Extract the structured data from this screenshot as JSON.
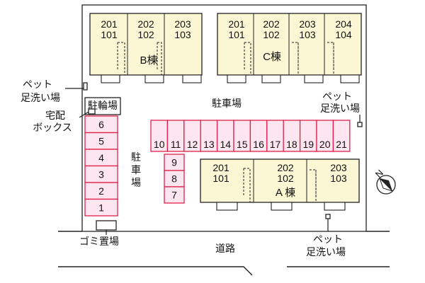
{
  "buildings": {
    "b": {
      "label": "B棟",
      "units": [
        {
          "top": "201",
          "bottom": "101"
        },
        {
          "top": "202",
          "bottom": "102"
        },
        {
          "top": "203",
          "bottom": "103"
        }
      ]
    },
    "c": {
      "label": "C棟",
      "units": [
        {
          "top": "201",
          "bottom": "101"
        },
        {
          "top": "202",
          "bottom": "102"
        },
        {
          "top": "203",
          "bottom": "103"
        },
        {
          "top": "204",
          "bottom": "104"
        }
      ]
    },
    "a": {
      "label": "A 棟",
      "units": [
        {
          "top": "201",
          "bottom": "101"
        },
        {
          "top": "202",
          "bottom": "102"
        },
        {
          "top": "203",
          "bottom": "103"
        }
      ]
    }
  },
  "parking": {
    "left_column": [
      "6",
      "5",
      "4",
      "3",
      "2",
      "1"
    ],
    "middle_column": [
      "9",
      "8",
      "7"
    ],
    "center_row": [
      "10",
      "11",
      "12",
      "13",
      "14",
      "15",
      "16",
      "17",
      "18",
      "19",
      "20",
      "21"
    ]
  },
  "labels": {
    "parking_main": "駐車場",
    "parking_side": [
      "駐",
      "車",
      "場"
    ],
    "bicycle_parking": "駐輪場",
    "delivery_box": [
      "宅配",
      "ボックス"
    ],
    "pet_footwash_left": [
      "ペット",
      "足洗い場"
    ],
    "pet_footwash_right": [
      "ペット",
      "足洗い場"
    ],
    "pet_footwash_bottom": [
      "ペット",
      "足洗い場"
    ],
    "garbage": "ゴミ置場",
    "road": "道路",
    "compass": "N"
  }
}
